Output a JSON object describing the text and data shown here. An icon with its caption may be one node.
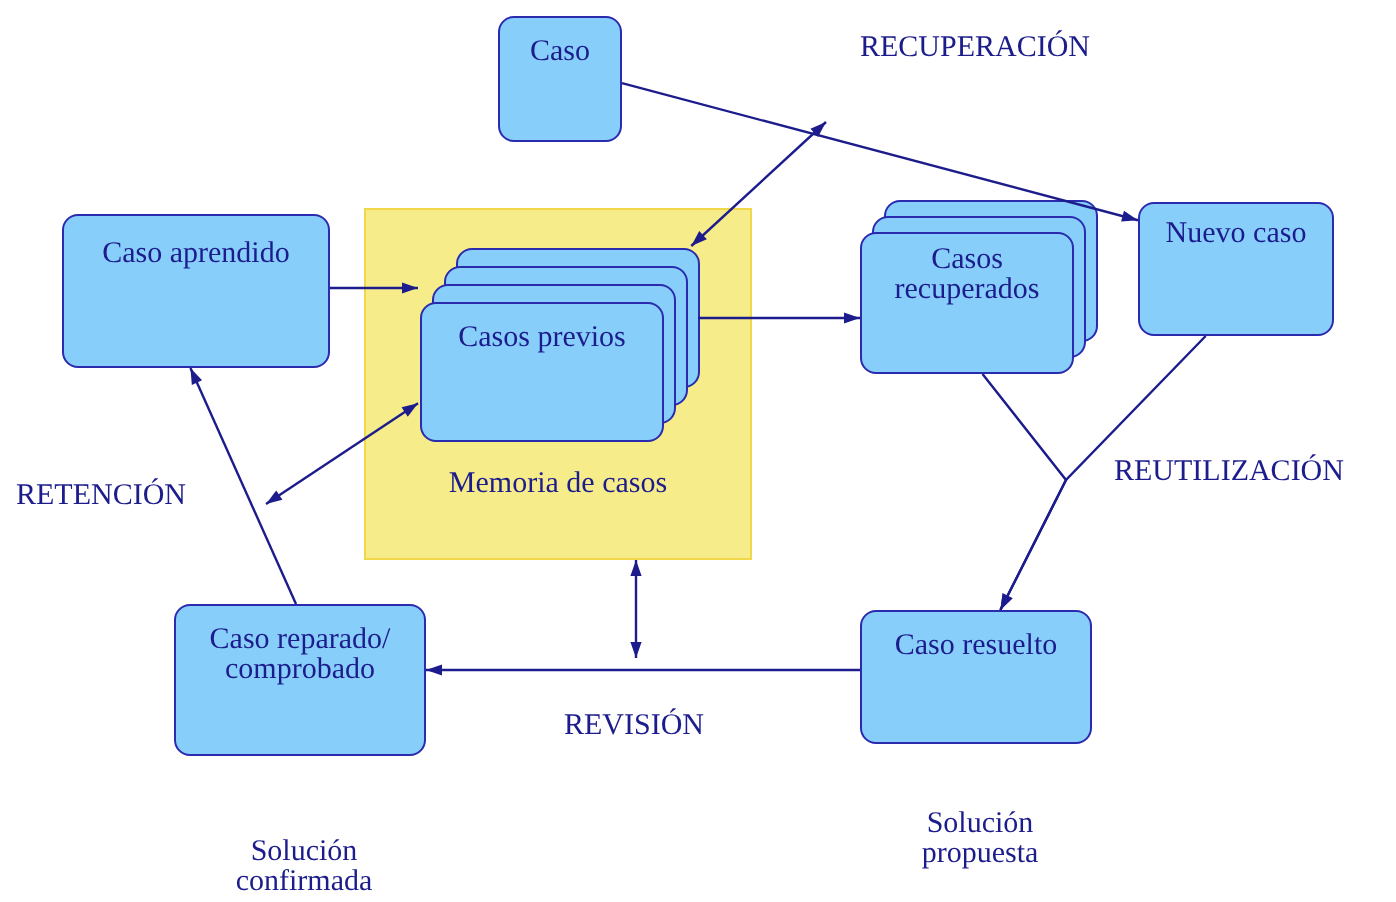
{
  "diagram": {
    "nodes": [
      {
        "text": [
          "Caso"
        ]
      },
      {
        "text": [
          "Caso aprendido"
        ]
      },
      {
        "text": [
          "Memoria de casos"
        ]
      },
      {
        "text": [
          "Casos previos"
        ],
        "in": 2
      },
      {
        "text": [
          "Casos recuperados"
        ]
      },
      {
        "text": [
          "Nuevo caso"
        ]
      },
      {
        "text": [
          "Caso reparado/ comprobado"
        ],
        "beside": [
          "Solución confirmada"
        ]
      },
      {
        "text": [
          "Caso resuelto"
        ],
        "beside": [
          "Solución propuesta"
        ]
      }
    ],
    "edges": [
      {
        "from": 0,
        "to": 5,
        "arrow": "to"
      },
      {
        "from": 3,
        "to": null,
        "arrow": "both"
      },
      {
        "from": 1,
        "to": 3,
        "arrow": "to"
      },
      {
        "from": 3,
        "to": 4,
        "arrow": "to"
      },
      {
        "from": 4,
        "to": 7,
        "arrow": "to"
      },
      {
        "from": 5,
        "to": 7,
        "arrow": "to"
      },
      {
        "from": 7,
        "to": 6,
        "arrow": "to"
      },
      {
        "from": 2,
        "to": null,
        "arrow": "both"
      },
      {
        "from": 6,
        "to": 1,
        "arrow": "to"
      },
      {
        "from": 3,
        "to": null,
        "arrow": "both"
      }
    ],
    "labels": [
      "RECUPERACIÓN",
      "RETENCIÓN",
      "REUTILIZACIÓN",
      "REVISIÓN"
    ]
  }
}
